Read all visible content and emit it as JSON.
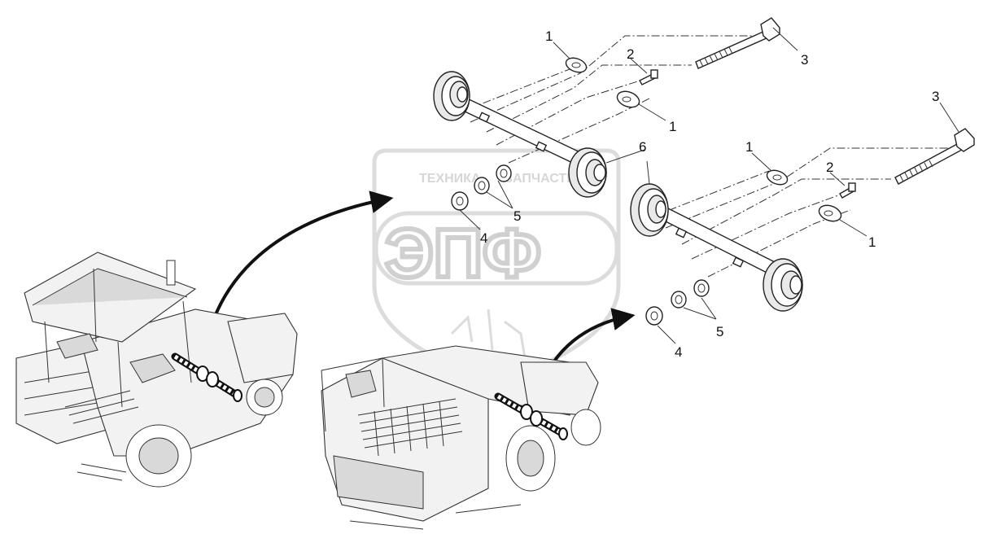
{
  "watermark": {
    "line1": "ТЕХНИКА",
    "line2": "ЗАПЧАСТИ",
    "logo": "ЭПФ"
  },
  "callouts": {
    "upper": {
      "washer_a": "1",
      "screw": "2",
      "bolt": "3",
      "washer_b": "1",
      "roller": "6",
      "nut": "5",
      "washer_flat": "4"
    },
    "lower": {
      "washer_a": "1",
      "screw": "2",
      "bolt": "3",
      "washer_b": "1",
      "nut": "5",
      "washer_flat": "4"
    }
  },
  "icons": [
    "curved-arrow",
    "road-paver-machine",
    "guide-roller-assembly"
  ]
}
